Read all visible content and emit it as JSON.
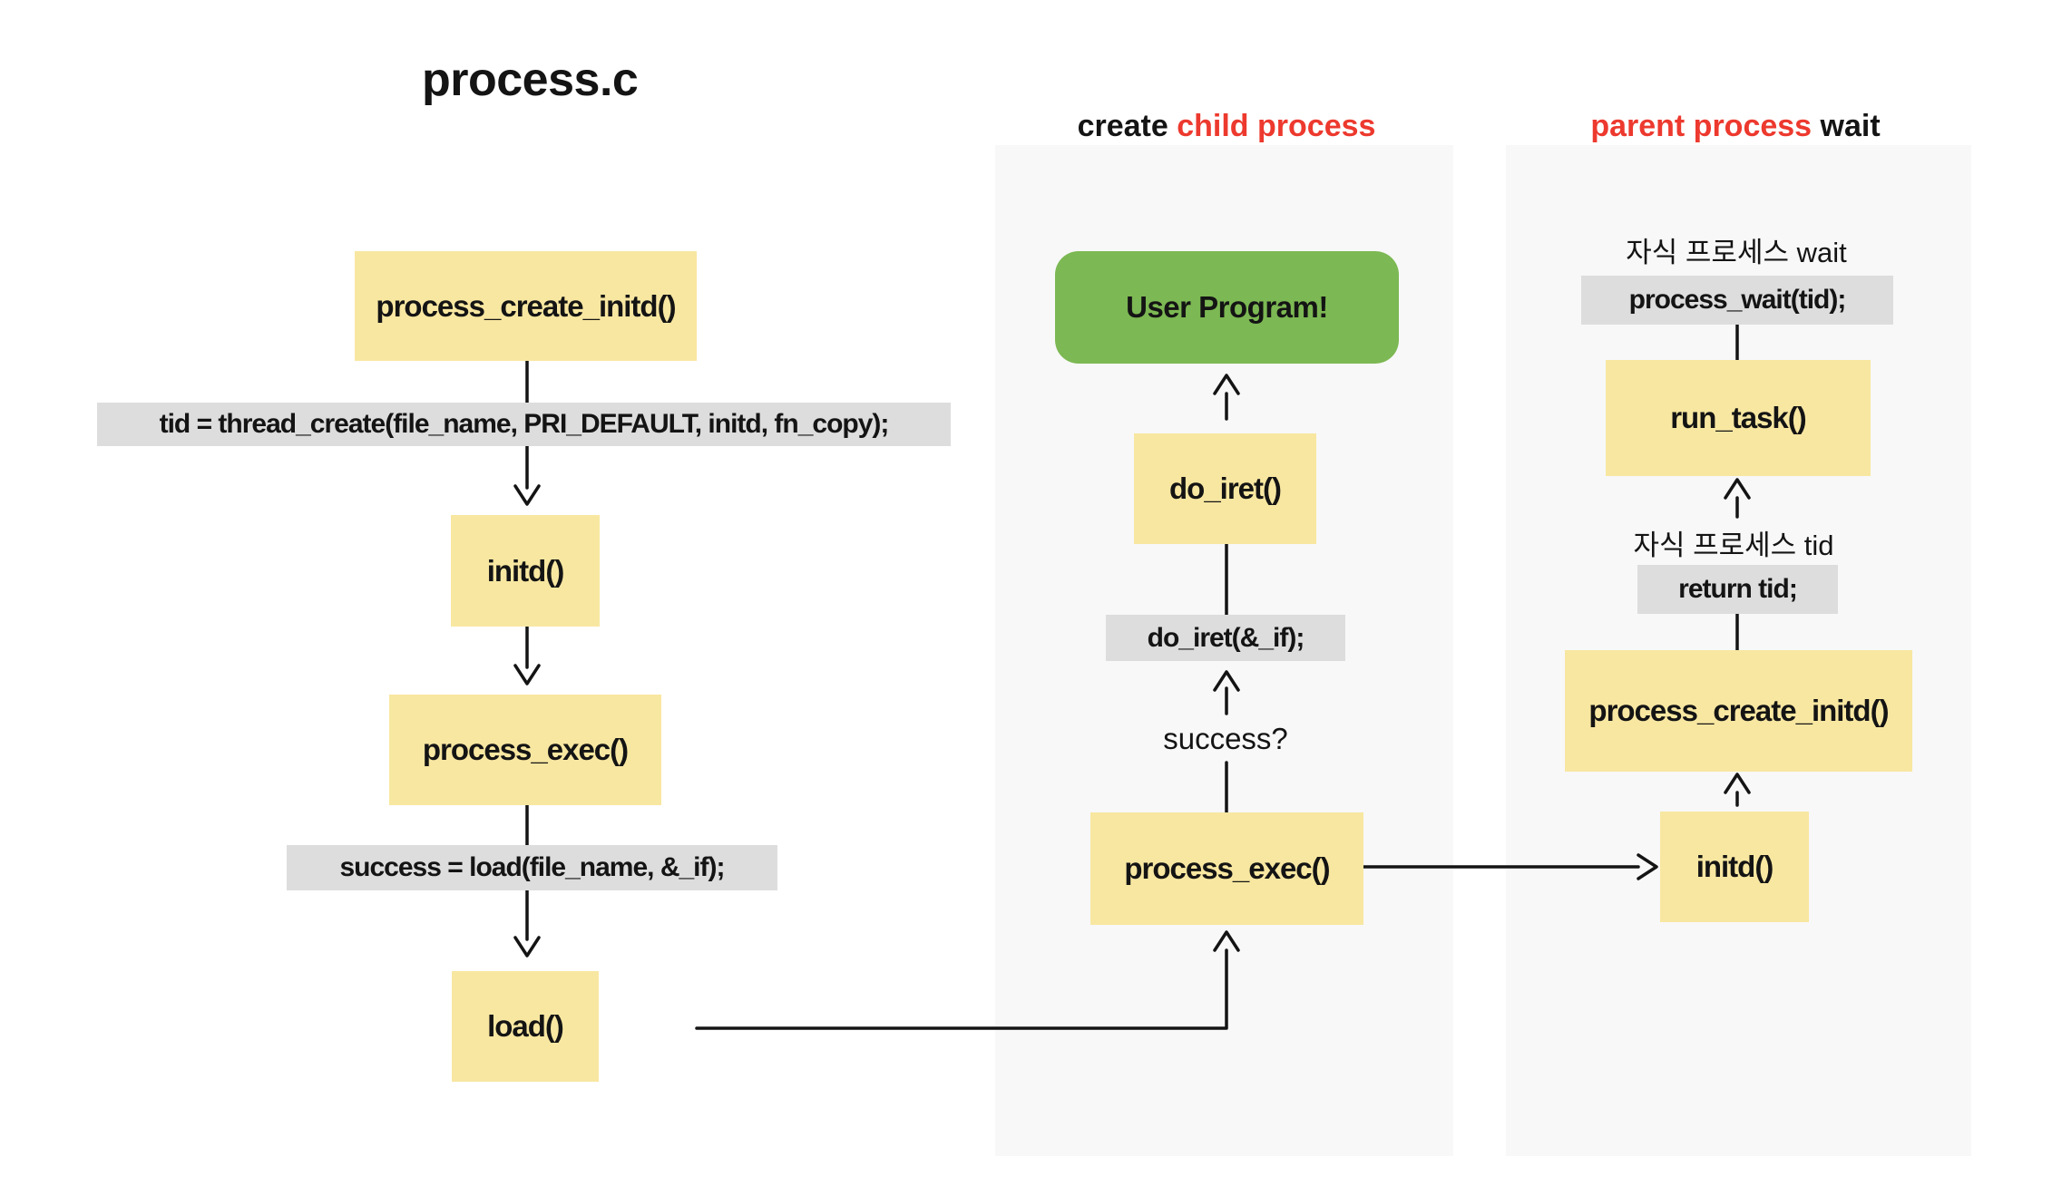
{
  "title": "process.c",
  "colors": {
    "node_yellow": "#F8E7A1",
    "node_green": "#7CB853",
    "code_bar_gray": "#DDDDDD",
    "panel_bg": "#F8F8F8",
    "accent_red": "#ED392E",
    "line_black": "#141414"
  },
  "left_column": {
    "process_create_initd": "process_create_initd()",
    "thread_create_code": "tid = thread_create(file_name, PRI_DEFAULT, initd, fn_copy);",
    "initd": "initd()",
    "process_exec": "process_exec()",
    "load_code": "success = load(file_name, &_if);",
    "load": "load()"
  },
  "middle_panel": {
    "header_black": "create",
    "header_red": "child process",
    "user_program": "User Program!",
    "do_iret": "do_iret()",
    "do_iret_code": "do_iret(&_if);",
    "success_label": "success?",
    "process_exec": "process_exec()"
  },
  "right_panel": {
    "header_red": "parent process",
    "header_black": "wait",
    "child_wait_label": "자식 프로세스 wait",
    "process_wait_code": "process_wait(tid);",
    "run_task": "run_task()",
    "child_tid_label": "자식 프로세스 tid",
    "return_code": "return tid;",
    "process_create_initd": "process_create_initd()",
    "initd": "initd()"
  }
}
